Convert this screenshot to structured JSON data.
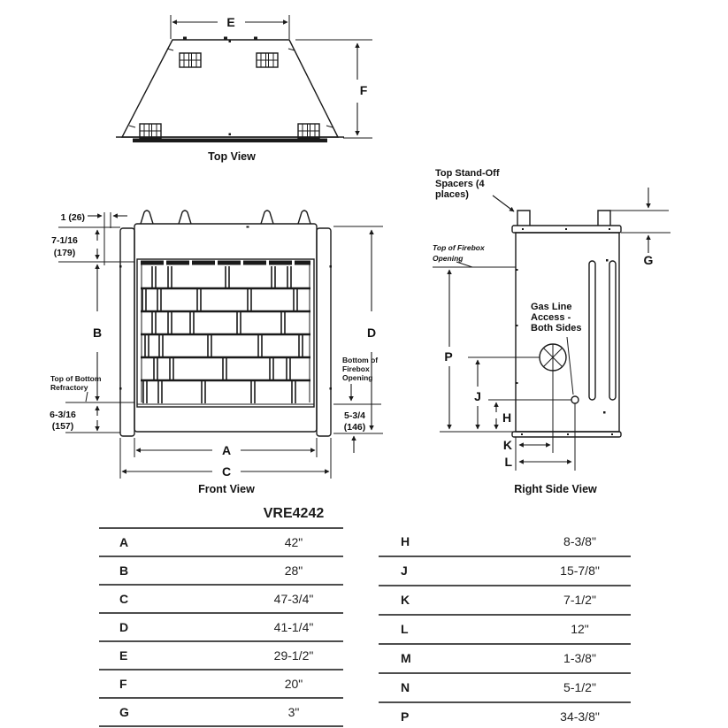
{
  "colors": {
    "ink": "#1a1a1a",
    "rule": "#4d4d4d",
    "background": "#ffffff"
  },
  "top_view": {
    "caption": "Top View",
    "dim_e": "E",
    "dim_f": "F"
  },
  "front_view": {
    "caption": "Front View",
    "dim_a": "A",
    "dim_b": "B",
    "dim_c": "C",
    "dim_d": "D",
    "offset_label": "1 (26)",
    "header_height": "7-1/16",
    "header_height_mm": "(179)",
    "refractory_line1": "Top of Bottom",
    "refractory_line2": "Refractory",
    "base_height": "6-3/16",
    "base_height_mm": "(157)",
    "firebox_line1": "Bottom of",
    "firebox_line2": "Firebox",
    "firebox_line3": "Opening",
    "hearth_height": "5-3/4",
    "hearth_height_mm": "(146)"
  },
  "side_view": {
    "caption": "Right Side View",
    "dim_g": "G",
    "dim_p": "P",
    "dim_j": "J",
    "dim_h": "H",
    "dim_k": "K",
    "dim_l": "L",
    "spacers_line1": "Top Stand-Off",
    "spacers_line2": "Spacers (4",
    "spacers_line3": "places)",
    "firebox_top_line1": "Top of Firebox",
    "firebox_top_line2": "Opening",
    "gas_line1": "Gas Line",
    "gas_line2": "Access -",
    "gas_line3": "Both Sides"
  },
  "table": {
    "header": "VRE4242",
    "left": [
      {
        "key": "A",
        "value": "42\""
      },
      {
        "key": "B",
        "value": "28\""
      },
      {
        "key": "C",
        "value": "47-3/4\""
      },
      {
        "key": "D",
        "value": "41-1/4\""
      },
      {
        "key": "E",
        "value": "29-1/2\""
      },
      {
        "key": "F",
        "value": "20\""
      },
      {
        "key": "G",
        "value": "3\""
      }
    ],
    "right": [
      {
        "key": "H",
        "value": "8-3/8\""
      },
      {
        "key": "J",
        "value": "15-7/8\""
      },
      {
        "key": "K",
        "value": "7-1/2\""
      },
      {
        "key": "L",
        "value": "12\""
      },
      {
        "key": "M",
        "value": "1-3/8\""
      },
      {
        "key": "N",
        "value": "5-1/2\""
      },
      {
        "key": "P",
        "value": "34-3/8\""
      }
    ]
  }
}
